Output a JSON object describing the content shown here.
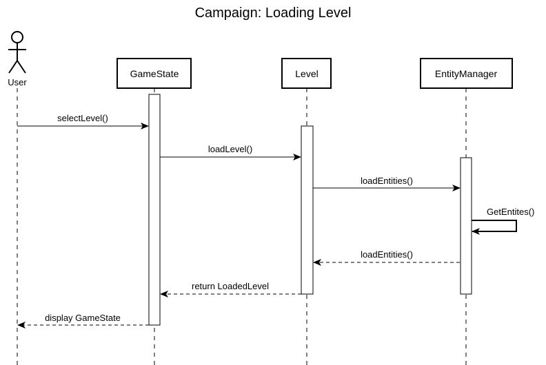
{
  "title": "Campaign: Loading Level",
  "actor": {
    "label": "User"
  },
  "participants": [
    {
      "id": "gamestate",
      "label": "GameState"
    },
    {
      "id": "level",
      "label": "Level"
    },
    {
      "id": "entitymanager",
      "label": "EntityManager"
    }
  ],
  "messages": [
    {
      "label": "selectLevel()",
      "from": "user",
      "to": "gamestate",
      "kind": "sync"
    },
    {
      "label": "loadLevel()",
      "from": "gamestate",
      "to": "level",
      "kind": "sync"
    },
    {
      "label": "loadEntities()",
      "from": "level",
      "to": "entitymanager",
      "kind": "sync"
    },
    {
      "label": "GetEntites()",
      "from": "entitymanager",
      "to": "entitymanager",
      "kind": "self"
    },
    {
      "label": "loadEntities()",
      "from": "entitymanager",
      "to": "level",
      "kind": "return"
    },
    {
      "label": "return LoadedLevel",
      "from": "level",
      "to": "gamestate",
      "kind": "return"
    },
    {
      "label": "display GameState",
      "from": "gamestate",
      "to": "user",
      "kind": "return"
    }
  ],
  "colors": {
    "line": "#000000",
    "box_fill": "#ffffff",
    "background": "#ffffff"
  }
}
